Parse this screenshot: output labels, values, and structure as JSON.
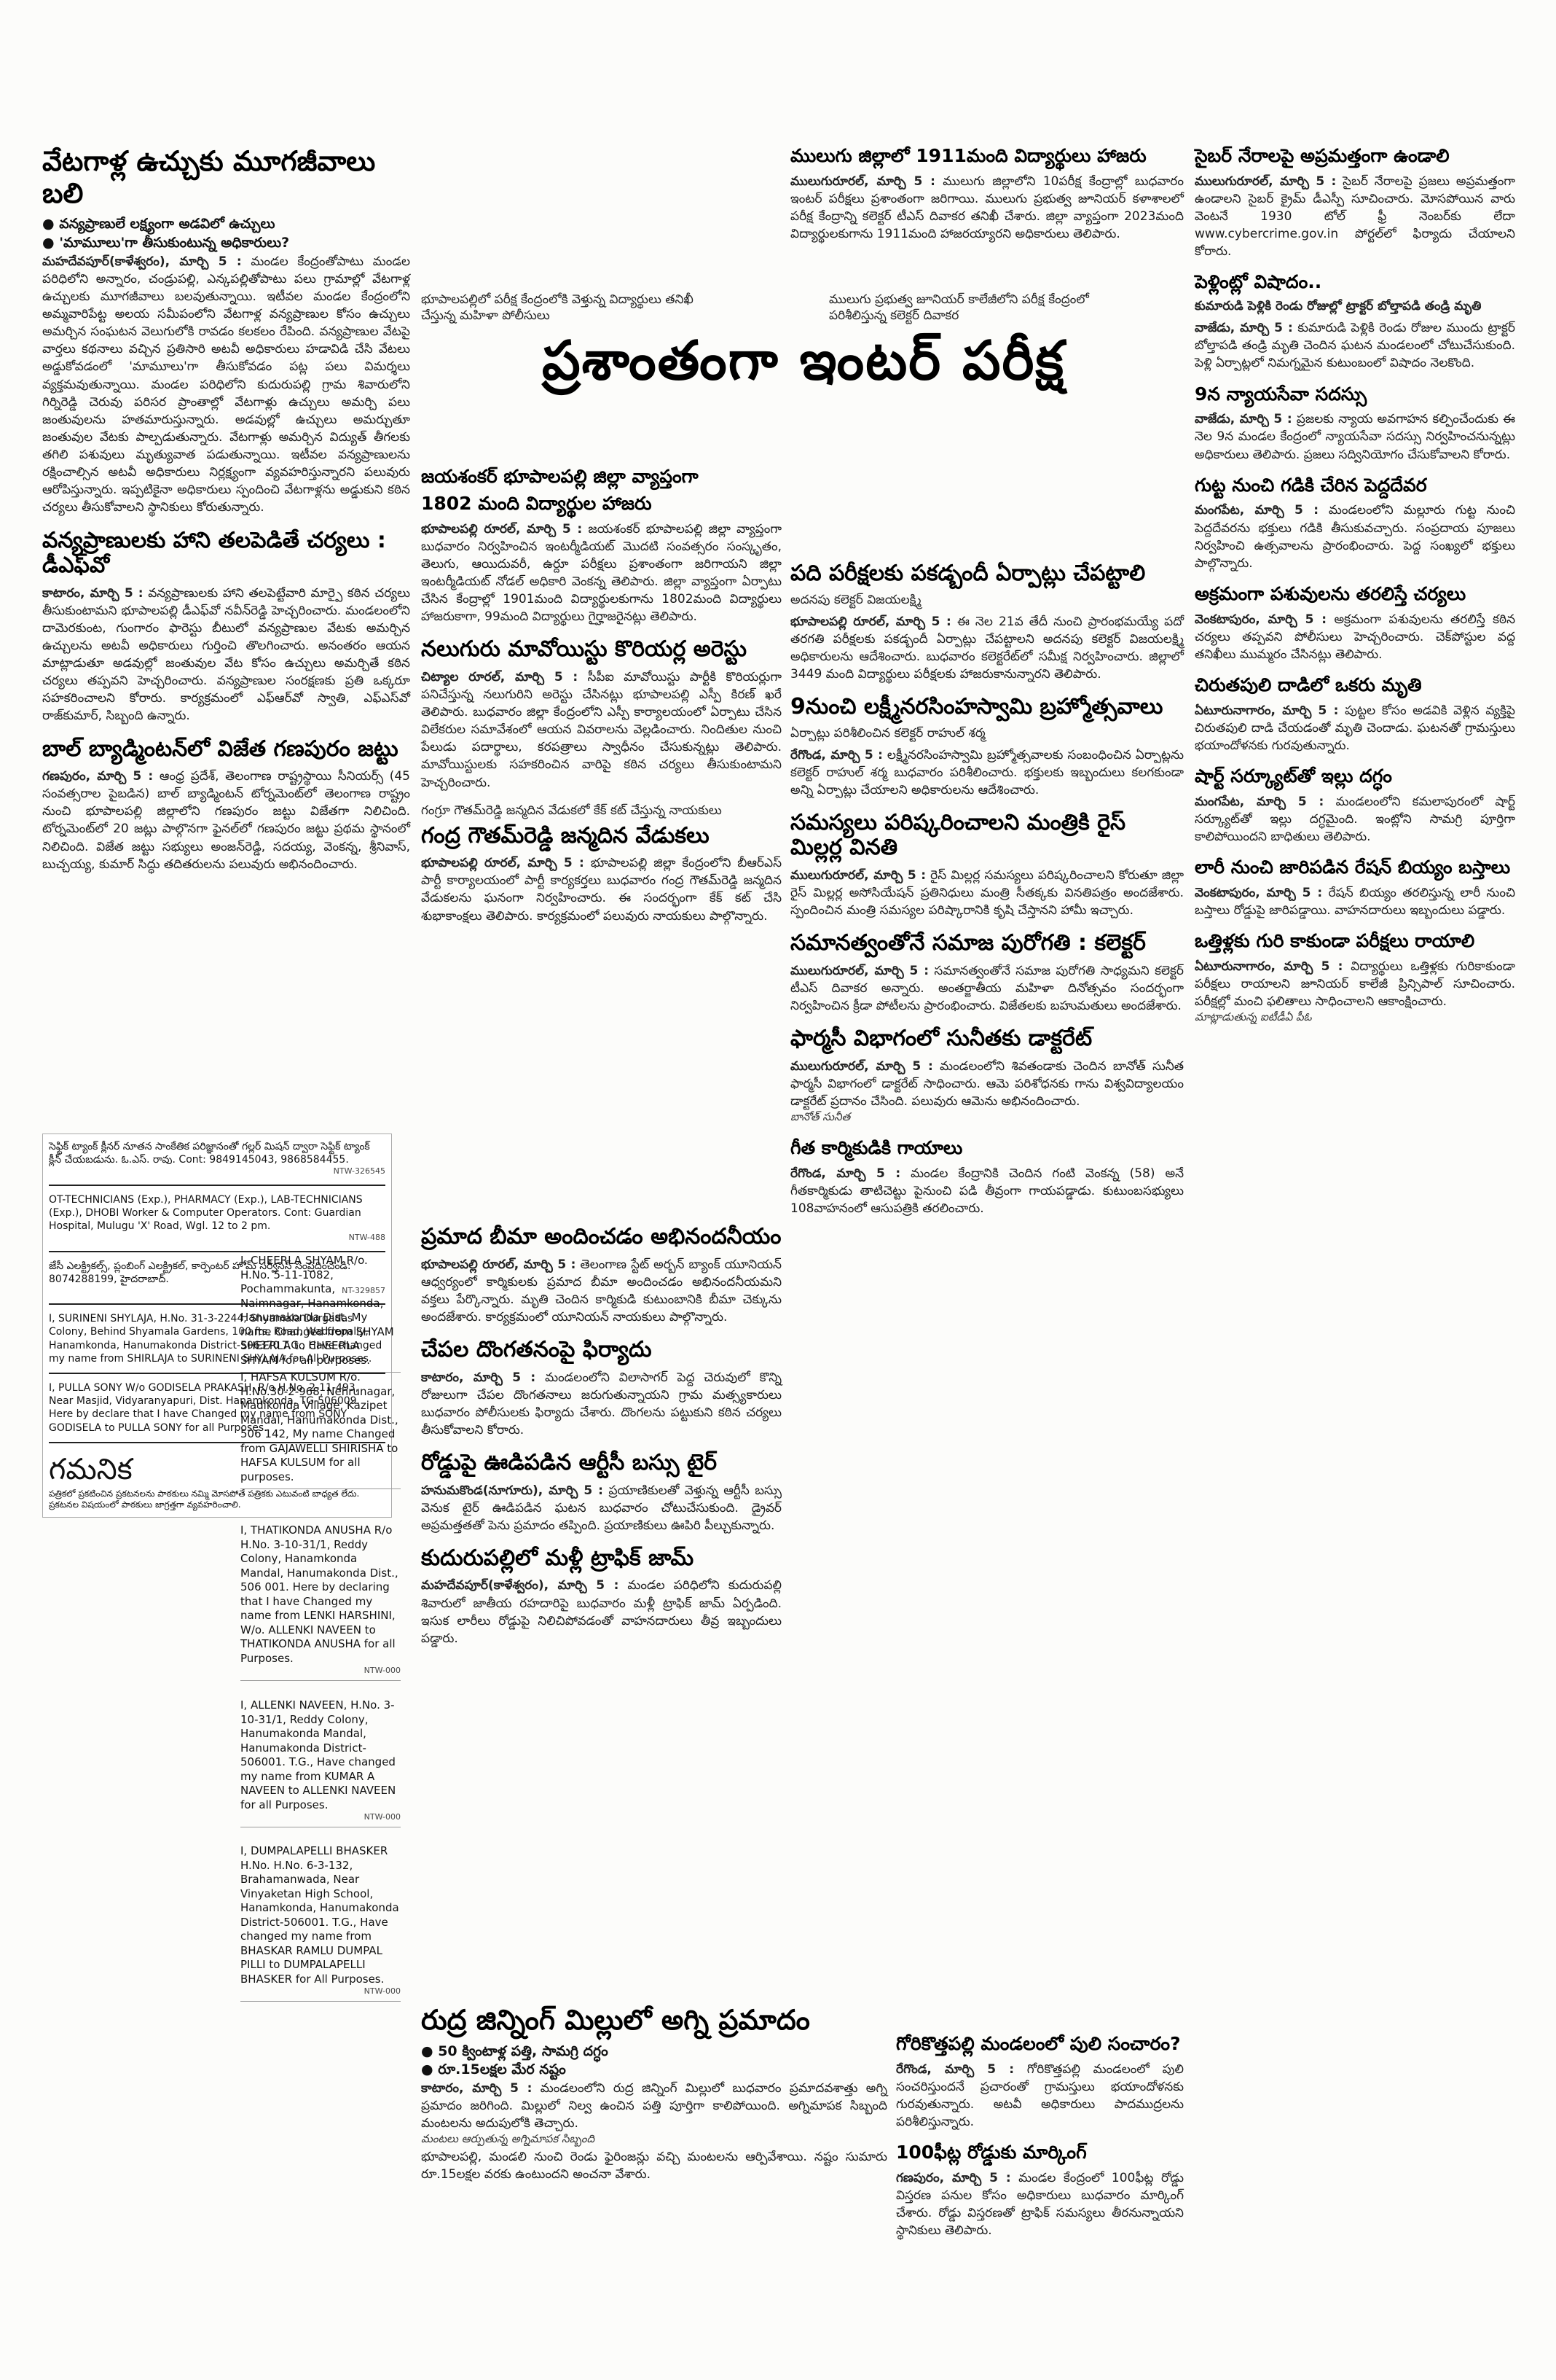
{
  "col1": {
    "s1": {
      "headline": "వేటగాళ్ల ఉచ్చుకు మూగజీవాలు బలి",
      "bullets": [
        "వన్యప్రాణులే లక్ష్యంగా అడవిలో ఉచ్చులు",
        "'మామూలు'గా తీసుకుంటున్న అధికారులు?"
      ],
      "dateline": "మహదేవపూర్(కాళేశ్వరం), మార్చి 5 :",
      "body": "మండల కేంద్రంతోపాటు మండల పరిధిలోని అన్నారం, చండ్రుపల్లి, ఎన్కపల్లితోపాటు పలు గ్రామాల్లో వేటగాళ్ల ఉచ్చులకు మూగజీవాలు బలవుతున్నాయి. ఇటీవల మండల కేంద్రంలోని అమ్మవారిపేట్ట అలయ సమీపంలోని వేటగాళ్ల వన్యప్రాణుల కోసం ఉచ్చులు అమర్చిన సంఘటన వెలుగులోకి రావడం కలకలం రేపింది. వన్యప్రాణుల వేటపై వార్తలు కథనాలు వచ్చిన ప్రతిసారి అటవీ అధికారులు హడావిడి చేసి వేటలు అడ్డుకోవడంలో 'మామూలు'గా తీసుకోవడం పట్ల పలు విమర్శలు వ్యక్తమవుతున్నాయి. మండల పరిధిలోని కుదురుపల్లి గ్రామ శివారులోని గిర్నిరెడ్డి చెరువు పరిసర ప్రాంతాల్లో వేటగాళ్లు ఉచ్చులు అమర్చి పలు జంతువులను హతమారుస్తున్నారు. అడవుల్లో ఉచ్చులు అమర్చుతూ జంతువుల వేటకు పాల్పడుతున్నారు. వేటగాళ్లు అమర్చిన విద్యుత్ తీగలకు తగిలి పశువులు మృత్యువాత పడుతున్నాయి. ఇటీవల వన్యప్రాణులను రక్షించాల్సిన అటవీ అధికారులు నిర్లక్ష్యంగా వ్యవహరిస్తున్నారని పలువురు ఆరోపిస్తున్నారు. ఇప్పటికైనా అధికారులు స్పందించి వేటగాళ్లను అడ్డుకుని కఠిన చర్యలు తీసుకోవాలని స్థానికులు కోరుతున్నారు."
    },
    "s2": {
      "headline": "వన్యప్రాణులకు హాని తలపెడితే చర్యలు : డీఎఫ్‌వో",
      "dateline": "కాటారం, మార్చి 5 :",
      "body": "వన్యప్రాణులకు హాని తలపెట్టేవారి మార్పై కఠిన చర్యలు తీసుకుంటామని భూపాలపల్లి డీఎఫ్‌వో నవీన్‌రెడ్డి హెచ్చరించారు. మండలంలోని దామెరకుంట, గుంగారం ఫారెస్టు బీటులో వన్యప్రాణుల వేటకు అమర్చిన ఉచ్చులను అటవీ అధికారులు గుర్తించి తొలగించారు. అనంతరం ఆయన మాట్లాడుతూ అడవుల్లో జంతువుల వేట కోసం ఉచ్చులు అమర్చితే కఠిన చర్యలు తప్పవని హెచ్చరించారు. వన్యప్రాణుల సంరక్షణకు ప్రతి ఒక్కరూ సహకరించాలని కోరారు. కార్యక్రమంలో ఎఫ్ఆర్‌వో స్వాతి, ఎఫ్ఎస్‌వో రాజ్‌కుమార్, సిబ్బంది ఉన్నారు."
    },
    "s3": {
      "headline": "బాల్ బ్యాడ్మింటన్‌లో విజేత గణపురం జట్టు",
      "dateline": "గణపురం, మార్చి 5 :",
      "body": "ఆంధ్ర ప్రదేశ్, తెలంగాణ రాష్ట్రస్థాయి సీనియర్స్ (45 సంవత్సరాల పైబడిన) బాల్ బ్యాడ్మింటన్ టోర్నమెంట్‌లో తెలంగాణ రాష్ట్రం నుంచి భూపాలపల్లి జిల్లాలోని గణపురం జట్టు విజేతగా నిలిచింది. టోర్నమెంట్‌లో 20 జట్లు పాల్గొనగా ఫైనల్‌లో గణపురం జట్టు ప్రథమ స్థానంలో నిలిచింది. విజేత జట్టు సభ్యులు అంజన్‌రెడ్డి, సదయ్య, వెంకన్న, శ్రీనివాస్, బుచ్చయ్య, కుమార్ సిద్ధు తదితరులను పలువురు అభినందించారు."
    }
  },
  "classified": {
    "ad1": "సెఫ్టిక్ ట్యాంక్ క్లీనర్ నూతన సాంకేతిక పరిజ్ఞానంతో గల్లర్ మిషన్ ద్వారా సెఫ్టిక్ ట్యాంక్ క్లీన్ చేయబడును. ఓ.ఎస్. రావు. Cont: 9849145043, 9868584455.",
    "ad1_code": "NTW-326545",
    "ad2": "OT-TECHNICIANS (Exp.), PHARMACY (Exp.), LAB-TECHNICIANS (Exp.), DHOBI Worker & Computer Operators. Cont: Guardian Hospital, Mulugu 'X' Road, Wgl. 12 to 2 pm.",
    "ad2_code": "NTW-488",
    "ad3": "జేసీ ఎలక్ట్రికల్స్, ప్లంబింగ్ ఎలక్ట్రికల్, కార్పెంటర్ హోమ్ సర్వీసెస్ సంప్రదించండి: 8074288199, హైదరాబాద్.",
    "ad3_code": "NT-329857",
    "ad4": "I, SURINENI SHYLAJA, H.No. 31-3-2244, Shyamala Durgadas Colony, Behind Shyamala Gardens, 100 fts. Road, Waddepally, Hanamkonda, Hanumakonda District-506370 T.G., Have changed my name from SHIRLAJA to SURINENI SHYLAJA for All Purposes.",
    "ad5": "I, PULLA SONY W/o GODISELA PRAKASH, R/o H.No. 2-11-493, Near Masjid, Vidyaranyapuri, Dist. Hanamkonda, TG-506009. Here by declare that I have Changed my name from SONY GODISELA to PULLA SONY for all Purposes.",
    "gamanika_title": "గమనిక",
    "gamanika_body": "పత్రికలో ప్రకటించిన ప్రకటనలను పాఠకులు నమ్మి మోసపోతే పత్రికకు ఎటువంటి బాధ్యత లేదు. ప్రకటనల విషయంలో పాఠకులు జాగ్రత్తగా వ్యవహరించాలి."
  },
  "notices": {
    "n1": "I, CHEERLA SHYAM R/o. H.No. 5-11-1082, Pochammakunta, Naimnagar, Hanamkonda, Hanumakonda Dist. My name Changed from SHYAM SHEERLA to CHEERLA SHYAM for all purposes.",
    "n2": "I, HAFSA KULSUM R/o. H.No.30-2-968, Nehrunagar, Madikonda Village, Kazipet Mandal, Hanumakonda Dist., 506 142, My name Changed from GAJAWELLI SHIRISHA to HAFSA KULSUM for all purposes.",
    "n3": "I, THATIKONDA ANUSHA R/o H.No. 3-10-31/1, Reddy Colony, Hanamkonda Mandal, Hanumakonda Dist., 506 001. Here by declaring that I have Changed my name from LENKI HARSHINI, W/o. ALLENKI NAVEEN to THATIKONDA ANUSHA for all Purposes.",
    "n3_code": "NTW-000",
    "n4": "I, ALLENKI NAVEEN, H.No. 3-10-31/1, Reddy Colony, Hanumakonda Mandal, Hanumakonda District-506001. T.G., Have changed my name from KUMAR A NAVEEN to ALLENKI NAVEEN for all Purposes.",
    "n4_code": "NTW-000",
    "n5": "I, DUMPALAPELLI BHASKER H.No. H.No. 6-3-132, Brahamanwada, Near Vinyaketan High School, Hanamkonda, Hanumakonda District-506001. T.G., Have changed my name from BHASKAR RAMLU DUMPAL PILLI to DUMPALAPELLI BHASKER for All Purposes.",
    "n5_code": "NTW-000"
  },
  "banner": {
    "sub_left": "భూపాలపల్లిలో పరీక్ష కేంద్రంలోకి వెళ్తున్న విద్యార్థులు తనిఖీ చేస్తున్న మహిళా పోలీసులు",
    "sub_right": "ములుగు ప్రభుత్వ జూనియర్ కాలేజీలోని పరీక్ష కేంద్రంలో పరిశీలిస్తున్న కలెక్టర్ దివాకర",
    "headline": "ప్రశాంతంగా ఇంటర్ పరీక్ష",
    "tag": "జయశంకర్ భూపాలపల్లి జిల్లా వ్యాప్తంగా",
    "tag2": "1802 మంది విద్యార్థుల హాజరు"
  },
  "col2": {
    "s1": {
      "dateline": "భూపాలపల్లి రూరల్, మార్చి 5 :",
      "body": "జయశంకర్ భూపాలపల్లి జిల్లా వ్యాప్తంగా బుధవారం నిర్వహించిన ఇంటర్మీడియట్ మొదటి సంవత్సరం సంస్కృతం, తెలుగు, ఆయిదువరీ, ఉర్దూ పరీక్షలు ప్రశాంతంగా జరిగాయని జిల్లా ఇంటర్మీడియట్ నోడల్ అధికారి వెంకన్న తెలిపారు. జిల్లా వ్యాప్తంగా ఏర్పాటు చేసిన కేంద్రాల్లో 1901మంది విద్యార్థులకుగాను 1802మంది విద్యార్థులు హాజరుకాగా, 99మంది విద్యార్థులు గైర్హాజరైనట్లు తెలిపారు."
    },
    "s2": {
      "headline": "నలుగురు మావోయిస్టు కొరియర్ల అరెస్టు",
      "dateline": "చిట్యాల రూరల్, మార్చి 5 :",
      "body": "సీపీఐ మావోయిస్టు పార్టీకి కొరియర్లుగా పనిచేస్తున్న నలుగురిని అరెస్టు చేసినట్లు భూపాలపల్లి ఎస్పీ కిరణ్ ఖరే తెలిపారు. బుధవారం జిల్లా కేంద్రంలోని ఎస్పీ కార్యాలయంలో ఏర్పాటు చేసిన విలేకరుల సమావేశంలో ఆయన వివరాలను వెల్లడించారు. నిందితుల నుంచి పేలుడు పదార్థాలు, కరపత్రాలు స్వాధీనం చేసుకున్నట్లు తెలిపారు. మావోయిస్టులకు సహకరించిన వారిపై కఠిన చర్యలు తీసుకుంటామని హెచ్చరించారు."
    },
    "s3": {
      "kicker": "గంగ్రూ గౌతమ్‌రెడ్డి జన్మదిన వేడుకలో కేక్ కట్ చేస్తున్న నాయకులు",
      "headline": "గంద్ర గౌతమ్‌రెడ్డి జన్మదిన వేడుకలు",
      "dateline": "భూపాలపల్లి రూరల్, మార్చి 5 :",
      "body": "భూపాలపల్లి జిల్లా కేంద్రంలోని బీఆర్‌ఎస్ పార్టీ కార్యాలయంలో పార్టీ కార్యకర్తలు బుధవారం గంద్ర గౌతమ్‌రెడ్డి జన్మదిన వేడుకలను ఘనంగా నిర్వహించారు. ఈ సందర్భంగా కేక్ కట్ చేసి శుభాకాంక్షలు తెలిపారు. కార్యక్రమంలో పలువురు నాయకులు పాల్గొన్నారు."
    },
    "s4": {
      "headline": "ప్రమాద బీమా అందించడం అభినందనీయం",
      "dateline": "భూపాలపల్లి రూరల్, మార్చి 5 :",
      "body": "తెలంగాణ స్టేట్ అర్బన్ బ్యాంక్ యూనియన్ ఆధ్వర్యంలో కార్మికులకు ప్రమాద బీమా అందించడం అభినందనీయమని వక్తలు పేర్కొన్నారు. మృతి చెందిన కార్మికుడి కుటుంబానికి బీమా చెక్కును అందజేశారు. కార్యక్రమంలో యూనియన్ నాయకులు పాల్గొన్నారు."
    },
    "s5": {
      "headline": "చేపల దొంగతనంపై ఫిర్యాదు",
      "dateline": "కాటారం, మార్చి 5 :",
      "body": "మండలంలోని విలాసాగర్ పెద్ద చెరువులో కొన్ని రోజులుగా చేపల దొంగతనాలు జరుగుతున్నాయని గ్రామ మత్స్యకారులు బుధవారం పోలీసులకు ఫిర్యాదు చేశారు. దొంగలను పట్టుకుని కఠిన చర్యలు తీసుకోవాలని కోరారు."
    },
    "s6": {
      "headline": "రోడ్డుపై ఊడిపడిన ఆర్టీసీ బస్సు టైర్",
      "dateline": "హనుమకొండ(నూగూరు), మార్చి 5 :",
      "body": "ప్రయాణికులతో వెళ్తున్న ఆర్టీసీ బస్సు వెనుక టైర్ ఊడిపడిన ఘటన బుధవారం చోటుచేసుకుంది. డ్రైవర్ అప్రమత్తతతో పెను ప్రమాదం తప్పింది. ప్రయాణికులు ఊపిరి పీల్చుకున్నారు."
    },
    "s7": {
      "headline": "కుదురుపల్లిలో మళ్లీ ట్రాఫిక్ జామ్",
      "dateline": "మహదేవపూర్(కాళేశ్వరం), మార్చి 5 :",
      "body": "మండల పరిధిలోని కుదురుపల్లి శివారులో జాతీయ రహదారిపై బుధవారం మళ్లీ ట్రాఫిక్ జామ్ ఏర్పడింది. ఇసుక లారీలు రోడ్డుపై నిలిచిపోవడంతో వాహనదారులు తీవ్ర ఇబ్బందులు పడ్డారు."
    }
  },
  "bottom": {
    "headline": "రుద్ర జిన్నింగ్ మిల్లులో అగ్ని ప్రమాదం",
    "bullets": [
      "50 క్వింటాళ్ల పత్తి, సామగ్రి దగ్ధం",
      "రూ.15లక్షల మేర నష్టం"
    ],
    "dateline": "కాటారం, మార్చి 5 :",
    "body": "మండలంలోని రుద్ర జిన్నింగ్ మిల్లులో బుధవారం ప్రమాదవశాత్తు అగ్ని ప్రమాదం జరిగింది. మిల్లులో నిల్వ ఉంచిన పత్తి పూర్తిగా కాలిపోయింది. అగ్నిమాపక సిబ్బంది మంటలను అదుపులోకి తెచ్చారు.",
    "caption": "మంటలు ఆర్పుతున్న అగ్నిమాపక సిబ్బంది",
    "body2": "భూపాలపల్లి, మండలి నుంచి రెండు ఫైరింజన్లు వచ్చి మంటలను ఆర్పివేశాయి. నష్టం సుమారు రూ.15లక్షల వరకు ఉంటుందని అంచనా వేశారు."
  },
  "col3": {
    "s1": {
      "headline": "ములుగు జిల్లాలో 1911మంది విద్యార్థులు హాజరు",
      "dateline": "ములుగురూరల్, మార్చి 5 :",
      "body": "ములుగు జిల్లాలోని 10పరీక్ష కేంద్రాల్లో బుధవారం ఇంటర్ పరీక్షలు ప్రశాంతంగా జరిగాయి. ములుగు ప్రభుత్వ జూనియర్ కళాశాలలో పరీక్ష కేంద్రాన్ని కలెక్టర్ టీఎస్ దివాకర తనిఖీ చేశారు. జిల్లా వ్యాప్తంగా 2023మంది విద్యార్థులకుగాను 1911మంది హాజరయ్యారని అధికారులు తెలిపారు."
    },
    "s2": {
      "headline": "పది పరీక్షలకు పకడ్బందీ ఏర్పాట్లు చేపట్టాలి",
      "kicker": "అదనపు కలెక్టర్ విజయలక్ష్మి",
      "dateline": "భూపాలపల్లి రూరల్, మార్చి 5 :",
      "body": "ఈ నెల 21వ తేదీ నుంచి ప్రారంభమయ్యే పదో తరగతి పరీక్షలకు పకడ్బందీ ఏర్పాట్లు చేపట్టాలని అదనపు కలెక్టర్ విజయలక్ష్మి అధికారులను ఆదేశించారు. బుధవారం కలెక్టరేట్‌లో సమీక్ష నిర్వహించారు. జిల్లాలో 3449 మంది విద్యార్థులు పరీక్షలకు హాజరుకానున్నారని తెలిపారు."
    },
    "s3": {
      "headline": "9నుంచి లక్ష్మీనరసింహస్వామి బ్రహ్మోత్సవాలు",
      "kicker": "ఏర్పాట్లు పరిశీలించిన కలెక్టర్ రాహుల్ శర్మ",
      "dateline": "రేగొండ, మార్చి 5 :",
      "body": "లక్ష్మీనరసింహస్వామి బ్రహ్మోత్సవాలకు సంబంధించిన ఏర్పాట్లను కలెక్టర్ రాహుల్ శర్మ బుధవారం పరిశీలించారు. భక్తులకు ఇబ్బందులు కలగకుండా అన్ని ఏర్పాట్లు చేయాలని అధికారులను ఆదేశించారు."
    },
    "s4": {
      "headline": "సమస్యలు పరిష్కరించాలని మంత్రికి రైస్ మిల్లర్ల వినతి",
      "dateline": "ములుగురూరల్, మార్చి 5 :",
      "body": "రైస్ మిల్లర్ల సమస్యలు పరిష్కరించాలని కోరుతూ జిల్లా రైస్ మిల్లర్ల అసోసియేషన్ ప్రతినిధులు మంత్రి సీతక్కకు వినతిపత్రం అందజేశారు. స్పందించిన మంత్రి సమస్యల పరిష్కారానికి కృషి చేస్తానని హామీ ఇచ్చారు."
    },
    "s5": {
      "headline": "సమానత్వంతోనే సమాజ పురోగతి : కలెక్టర్",
      "dateline": "ములుగురూరల్, మార్చి 5 :",
      "body": "సమానత్వంతోనే సమాజ పురోగతి సాధ్యమని కలెక్టర్ టీఎస్ దివాకర అన్నారు. అంతర్జాతీయ మహిళా దినోత్సవం సందర్భంగా నిర్వహించిన క్రీడా పోటీలను ప్రారంభించారు. విజేతలకు బహుమతులు అందజేశారు."
    },
    "s6": {
      "headline": "ఫార్మసీ విభాగంలో సునీతకు డాక్టరేట్",
      "dateline": "ములుగురూరల్, మార్చి 5 :",
      "body": "మండలంలోని శివతండాకు చెందిన బానోత్ సునీత ఫార్మసీ విభాగంలో డాక్టరేట్ సాధించారు. ఆమె పరిశోధనకు గాను విశ్వవిద్యాలయం డాక్టరేట్ ప్రదానం చేసింది. పలువురు ఆమెను అభినందించారు.",
      "caption": "బానోత్ సునీత"
    },
    "s7": {
      "headline": "గీత కార్మికుడికి గాయాలు",
      "dateline": "రేగొండ, మార్చి 5 :",
      "body": "మండల కేంద్రానికి చెందిన గంటి వెంకన్న (58) అనే గీతకార్మికుడు తాటిచెట్టు పైనుంచి పడి తీవ్రంగా గాయపడ్డాడు. కుటుంబసభ్యులు 108వాహనంలో ఆసుపత్రికి తరలించారు."
    },
    "s8": {
      "headline": "గోరికొత్తపల్లి మండలంలో పులి సంచారం?",
      "dateline": "రేగొండ, మార్చి 5 :",
      "body": "గోరికొత్తపల్లి మండలంలో పులి సంచరిస్తుందనే ప్రచారంతో గ్రామస్తులు భయాందోళనకు గురవుతున్నారు. అటవీ అధికారులు పాదముద్రలను పరిశీలిస్తున్నారు."
    },
    "s9": {
      "headline": "100ఫీట్ల రోడ్డుకు మార్కింగ్",
      "dateline": "గణపురం, మార్చి 5 :",
      "body": "మండల కేంద్రంలో 100ఫీట్ల రోడ్డు విస్తరణ పనుల కోసం అధికారులు బుధవారం మార్కింగ్ చేశారు. రోడ్డు విస్తరణతో ట్రాఫిక్ సమస్యలు తీరనున్నాయని స్థానికులు తెలిపారు."
    }
  },
  "col4": {
    "s1": {
      "headline": "సైబర్ నేరాలపై అప్రమత్తంగా ఉండాలి",
      "dateline": "ములుగురూరల్, మార్చి 5 :",
      "body": "సైబర్ నేరాలపై ప్రజలు అప్రమత్తంగా ఉండాలని సైబర్ క్రైమ్ డీఎస్పీ సూచించారు. మోసపోయిన వారు వెంటనే 1930 టోల్ ఫ్రీ నెంబర్‌కు లేదా www.cybercrime.gov.in పోర్టల్‌లో ఫిర్యాదు చేయాలని కోరారు."
    },
    "s2": {
      "headline": "పెళ్లింట్లో విషాదం..",
      "kicker": "కుమారుడి పెళ్లికి రెండు రోజుల్లో ట్రాక్టర్ బోల్తాపడి తండ్రి మృతి",
      "dateline": "వాజేడు, మార్చి 5 :",
      "body": "కుమారుడి పెళ్లికి రెండు రోజుల ముందు ట్రాక్టర్ బోల్తాపడి తండ్రి మృతి చెందిన ఘటన మండలంలో చోటుచేసుకుంది. పెళ్లి ఏర్పాట్లలో నిమగ్నమైన కుటుంబంలో విషాదం నెలకొంది."
    },
    "s3": {
      "headline": "9న న్యాయసేవా సదస్సు",
      "dateline": "వాజేడు, మార్చి 5 :",
      "body": "ప్రజలకు న్యాయ అవగాహన కల్పించేందుకు ఈ నెల 9న మండల కేంద్రంలో న్యాయసేవా సదస్సు నిర్వహించనున్నట్లు అధికారులు తెలిపారు. ప్రజలు సద్వినియోగం చేసుకోవాలని కోరారు."
    },
    "s4": {
      "headline": "గుట్ట నుంచి గడికి చేరిన పెద్దదేవర",
      "dateline": "మంగపేట, మార్చి 5 :",
      "body": "మండలంలోని మల్లూరు గుట్ట నుంచి పెద్దదేవరను భక్తులు గడికి తీసుకువచ్చారు. సంప్రదాయ పూజలు నిర్వహించి ఉత్సవాలను ప్రారంభించారు. పెద్ద సంఖ్యలో భక్తులు పాల్గొన్నారు."
    },
    "s5": {
      "headline": "అక్రమంగా పశువులను తరలిస్తే చర్యలు",
      "dateline": "వెంకటాపురం, మార్చి 5 :",
      "body": "అక్రమంగా పశువులను తరలిస్తే కఠిన చర్యలు తప్పవని పోలీసులు హెచ్చరించారు. చెక్‌పోస్టుల వద్ద తనిఖీలు ముమ్మరం చేసినట్లు తెలిపారు."
    },
    "s6": {
      "headline": "చిరుతపులి దాడిలో ఒకరు మృతి",
      "dateline": "ఏటూరునాగారం, మార్చి 5 :",
      "body": "పుట్టల కోసం అడవికి వెళ్లిన వ్యక్తిపై చిరుతపులి దాడి చేయడంతో మృతి చెందాడు. ఘటనతో గ్రామస్తులు భయాందోళనకు గురవుతున్నారు."
    },
    "s7": {
      "headline": "షార్ట్ సర్క్యూట్‌తో ఇల్లు దగ్ధం",
      "dateline": "మంగపేట, మార్చి 5 :",
      "body": "మండలంలోని కమలాపురంలో షార్ట్ సర్క్యూట్‌తో ఇల్లు దగ్ధమైంది. ఇంట్లోని సామగ్రి పూర్తిగా కాలిపోయిందని బాధితులు తెలిపారు."
    },
    "s8": {
      "headline": "లారీ నుంచి జారిపడిన రేషన్ బియ్యం బస్తాలు",
      "dateline": "వెంకటాపురం, మార్చి 5 :",
      "body": "రేషన్ బియ్యం తరలిస్తున్న లారీ నుంచి బస్తాలు రోడ్డుపై జారిపడ్డాయి. వాహనదారులు ఇబ్బందులు పడ్డారు."
    },
    "s9": {
      "headline": "ఒత్తిళ్లకు గురి కాకుండా పరీక్షలు రాయాలి",
      "dateline": "ఏటూరునాగారం, మార్చి 5 :",
      "body": "విద్యార్థులు ఒత్తిళ్లకు గురికాకుండా పరీక్షలు రాయాలని జూనియర్ కాలేజీ ప్రిన్సిపాల్ సూచించారు. పరీక్షల్లో మంచి ఫలితాలు సాధించాలని ఆకాంక్షించారు.",
      "caption": "మాట్లాడుతున్న ఐటీడీఏ పీఓ"
    }
  }
}
